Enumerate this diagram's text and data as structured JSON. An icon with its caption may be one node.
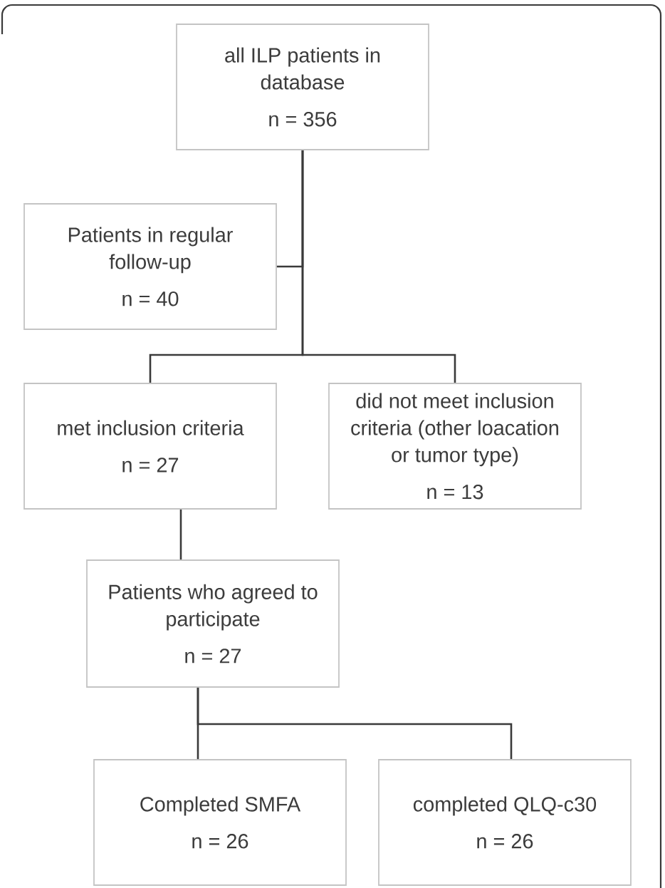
{
  "diagram": {
    "nodes": [
      {
        "text": [
          "all ILP patients in database",
          "n = 356"
        ]
      },
      {
        "text": [
          "Patients in regular follow-up",
          "n = 40"
        ]
      },
      {
        "text": [
          "met inclusion criteria",
          "n = 27"
        ]
      },
      {
        "text": [
          "did not meet inclusion criteria (other loacation or tumor type)",
          "n = 13"
        ]
      },
      {
        "text": [
          "Patients who agreed to participate",
          "n = 27"
        ]
      },
      {
        "text": [
          "Completed SMFA",
          "n = 26"
        ]
      },
      {
        "text": [
          "completed QLQ-c30",
          "n = 26"
        ]
      }
    ],
    "edges": [
      {
        "from": 0,
        "to": 1,
        "arrow": "none"
      },
      {
        "from": 0,
        "to": 2,
        "arrow": "none"
      },
      {
        "from": 0,
        "to": 3,
        "arrow": "none"
      },
      {
        "from": 2,
        "to": 4,
        "arrow": "none"
      },
      {
        "from": 4,
        "to": 5,
        "arrow": "none"
      },
      {
        "from": 4,
        "to": 6,
        "arrow": "none"
      }
    ]
  }
}
